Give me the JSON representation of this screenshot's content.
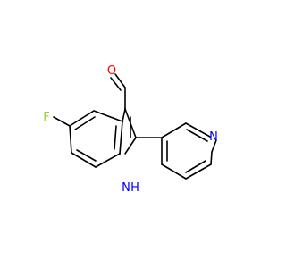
{
  "structure": {
    "atoms": {
      "fluorine": "F",
      "carbonyl_oxygen": "O",
      "pyridine_nitrogen": "N",
      "indole_nitrogen": "N",
      "indole_hydrogen": "H"
    },
    "colors": {
      "fluorine": "#9acd32",
      "oxygen": "#ff0000",
      "nitrogen": "#0000ff",
      "bond": "#000000"
    }
  }
}
